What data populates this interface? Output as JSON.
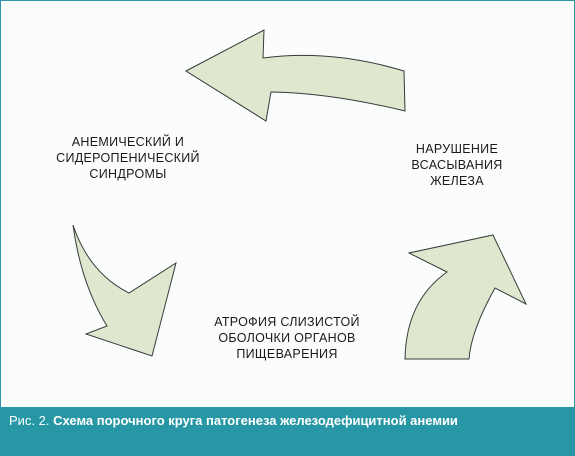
{
  "diagram": {
    "nodes": [
      {
        "id": "anemic",
        "lines": [
          "АНЕМИЧЕСКИЙ И",
          "СИДЕРОПЕНИЧЕСКИЙ",
          "СИНДРОМЫ"
        ]
      },
      {
        "id": "absorption",
        "lines": [
          "НАРУШЕНИЕ",
          "ВСАСЫВАНИЯ",
          "ЖЕЛЕЗА"
        ]
      },
      {
        "id": "atrophy",
        "lines": [
          "АТРОФИЯ СЛИЗИСТОЙ",
          "ОБОЛОЧКИ ОРГАНОВ",
          "ПИЩЕВАРЕНИЯ"
        ]
      }
    ],
    "arrow_fill": "#dde8cf",
    "arrow_stroke": "#3a3a3a"
  },
  "caption": {
    "figure_label": "Рис. 2.",
    "title": "Схема порочного круга патогенеза железодефицитной анемии",
    "background": "#2797a6"
  }
}
